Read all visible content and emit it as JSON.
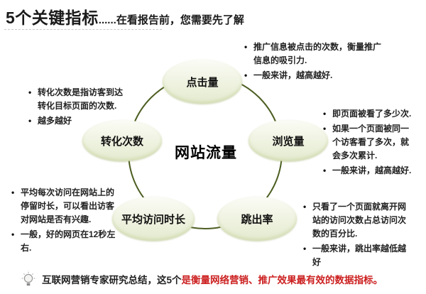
{
  "header": {
    "title": "5个关键指标",
    "dots": "......",
    "subtitle": "在看报告前，您需要先了解"
  },
  "diagram": {
    "center_label": "网站流量",
    "nodes": [
      {
        "label": "点击量"
      },
      {
        "label": "浏览量"
      },
      {
        "label": "跳出率"
      },
      {
        "label": "平均访问时长"
      },
      {
        "label": "转化次数"
      }
    ]
  },
  "notes": {
    "clicks": [
      "推广信息被点击的次数，衡量推广信息的吸引力.",
      "一般来讲，越高越好."
    ],
    "pageviews": [
      "即页面被看了多少次.",
      "如果一个页面被同一个访客看了多次，就会多次累计.",
      "一般来讲，越高越好."
    ],
    "bounce": [
      "只看了一个页面就离开网站的访问次数占总访问次数的百分比.",
      "一般来讲，跳出率越低越好"
    ],
    "duration": [
      "平均每次访问在网站上的停留时长，可以看出访客对网站是否有兴趣.",
      "一般，好的网页在12秒左右."
    ],
    "conversions": [
      "转化次数是指访客到达转化目标页面的次数.",
      "越多越好"
    ]
  },
  "footer": {
    "text_black": "互联网营销专家研究总结，这5个",
    "text_red": "是衡量网络营销、推广效果最有效的数据指标。"
  },
  "colors": {
    "ring_olive": "#4c5e21",
    "node_fill": "#ebf0da",
    "accent_red": "#cc2020"
  }
}
